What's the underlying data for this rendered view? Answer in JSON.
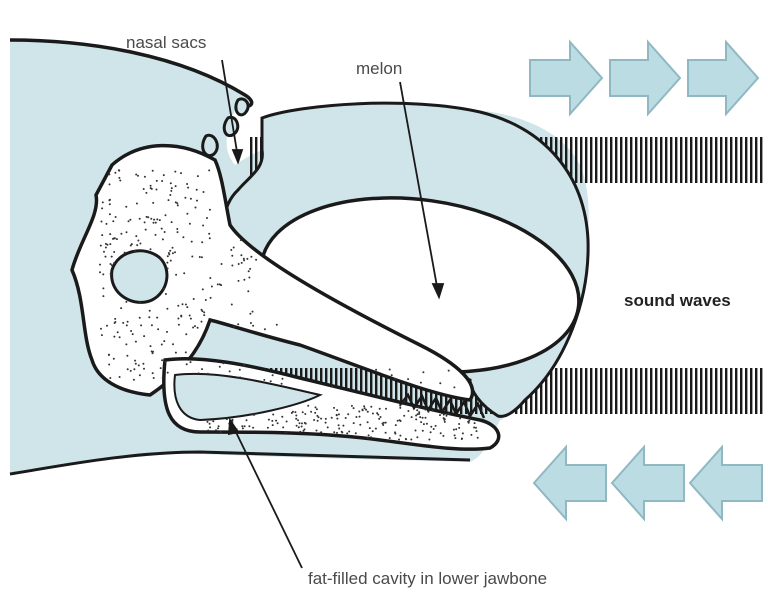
{
  "labels": {
    "nasal_sacs": "nasal sacs",
    "melon": "melon",
    "sound_waves": "sound waves",
    "fat_cavity": "fat-filled cavity in lower jawbone"
  },
  "colors": {
    "head_fill": "#cfe5ea",
    "outline": "#1a1a1a",
    "arrow_fill": "#bcdce3",
    "arrow_stroke": "#8fb8c2",
    "bone_fill": "#ffffff",
    "stipple": "#333333"
  },
  "sound_wave_direction": {
    "outgoing": "right",
    "incoming": "left"
  }
}
